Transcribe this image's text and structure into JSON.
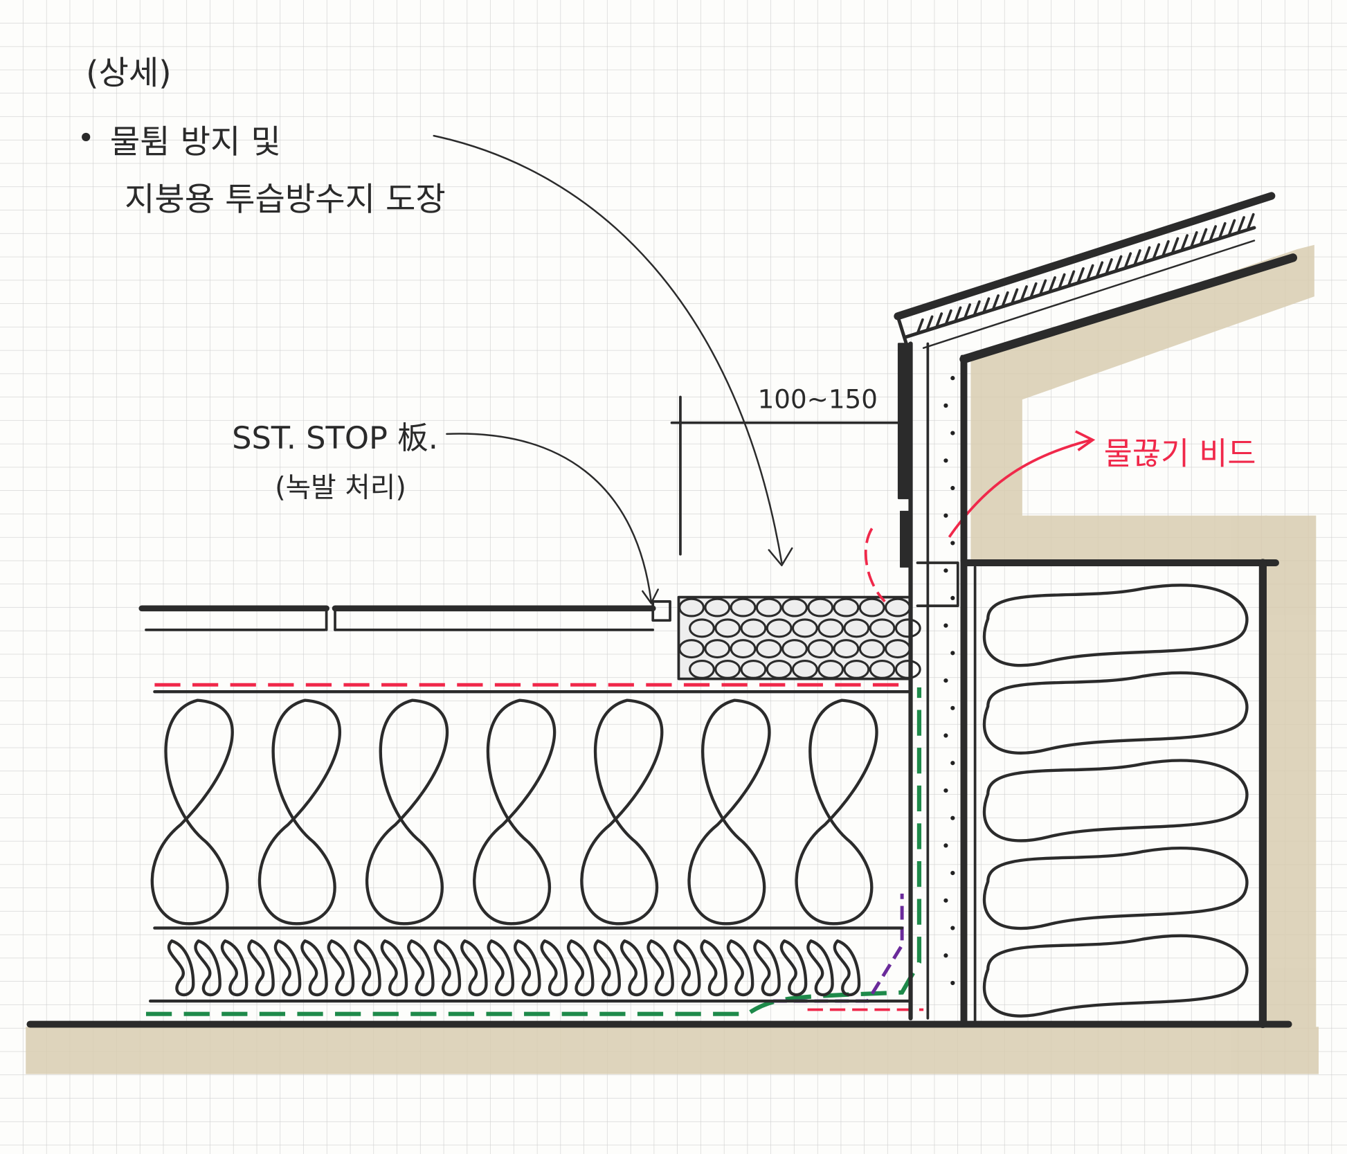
{
  "title": "(상세)",
  "note": {
    "bullet": "•",
    "line1": "물튐 방지 및",
    "line2": "지붕용 투습방수지 도장"
  },
  "stop_plate": {
    "line1": "SST. STOP 板.",
    "line2": "(녹발 처리)"
  },
  "dimension": "100~150",
  "drip_bead": "물끊기 비드",
  "colors": {
    "ink": "#2b2b2b",
    "red": "#f0284a",
    "green": "#1e8a4a",
    "purple": "#6a2a9a",
    "tape": "#d8ccb0",
    "grid": "#c9c9c9"
  }
}
